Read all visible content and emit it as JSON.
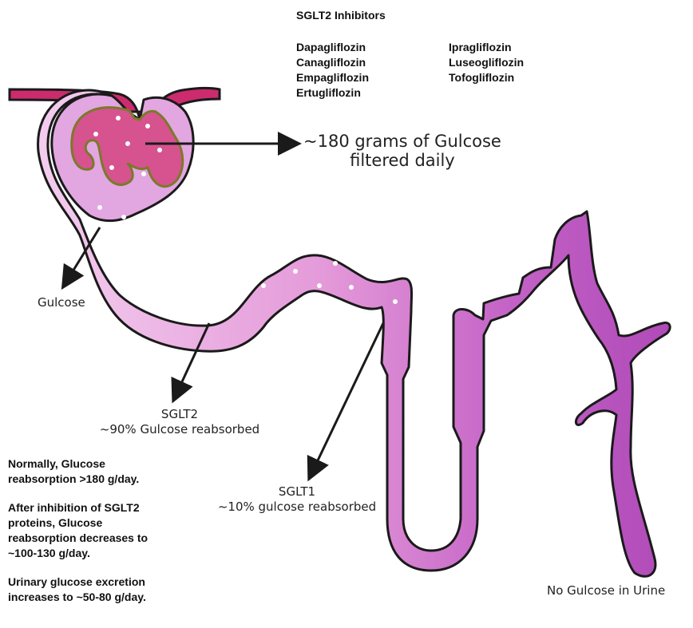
{
  "inhibitors": {
    "heading": "SGLT2 Inhibitors",
    "column1": [
      "Dapagliflozin",
      "Canagliflozin",
      "Empagliflozin",
      "Ertugliflozin"
    ],
    "column2": [
      "Ipragliflozin",
      "Luseogliflozin",
      "Tofogliflozin"
    ]
  },
  "labels": {
    "filtered_line1": "~180 grams of Gulcose",
    "filtered_line2": "filtered daily",
    "glucose": "Gulcose",
    "sglt2_name": "SGLT2",
    "sglt2_desc": "~90% Gulcose reabsorbed",
    "sglt1_name": "SGLT1",
    "sglt1_desc": "~10% gulcose reabsorbed",
    "urine": "No Gulcose in Urine"
  },
  "notes": {
    "n1_line1": "Normally, Glucose",
    "n1_line2": "reabsorption >180 g/day.",
    "n2_line1": "After inhibition of SGLT2",
    "n2_line2": "proteins, Glucose",
    "n2_line3": "reabsorption decreases to",
    "n2_line4": "~100-130 g/day.",
    "n3_line1": "Urinary glucose excretion",
    "n3_line2": "increases to ~50-80 g/day."
  },
  "colors": {
    "outline": "#1a1a1a",
    "capsule": "#dfa0df",
    "glomerulus": "#d6538f",
    "tubule_light": "#f0c4ec",
    "tubule_dark": "#b04ab8",
    "collecting_duct": "#b23fb5",
    "vessel": "#cc2b6e"
  }
}
